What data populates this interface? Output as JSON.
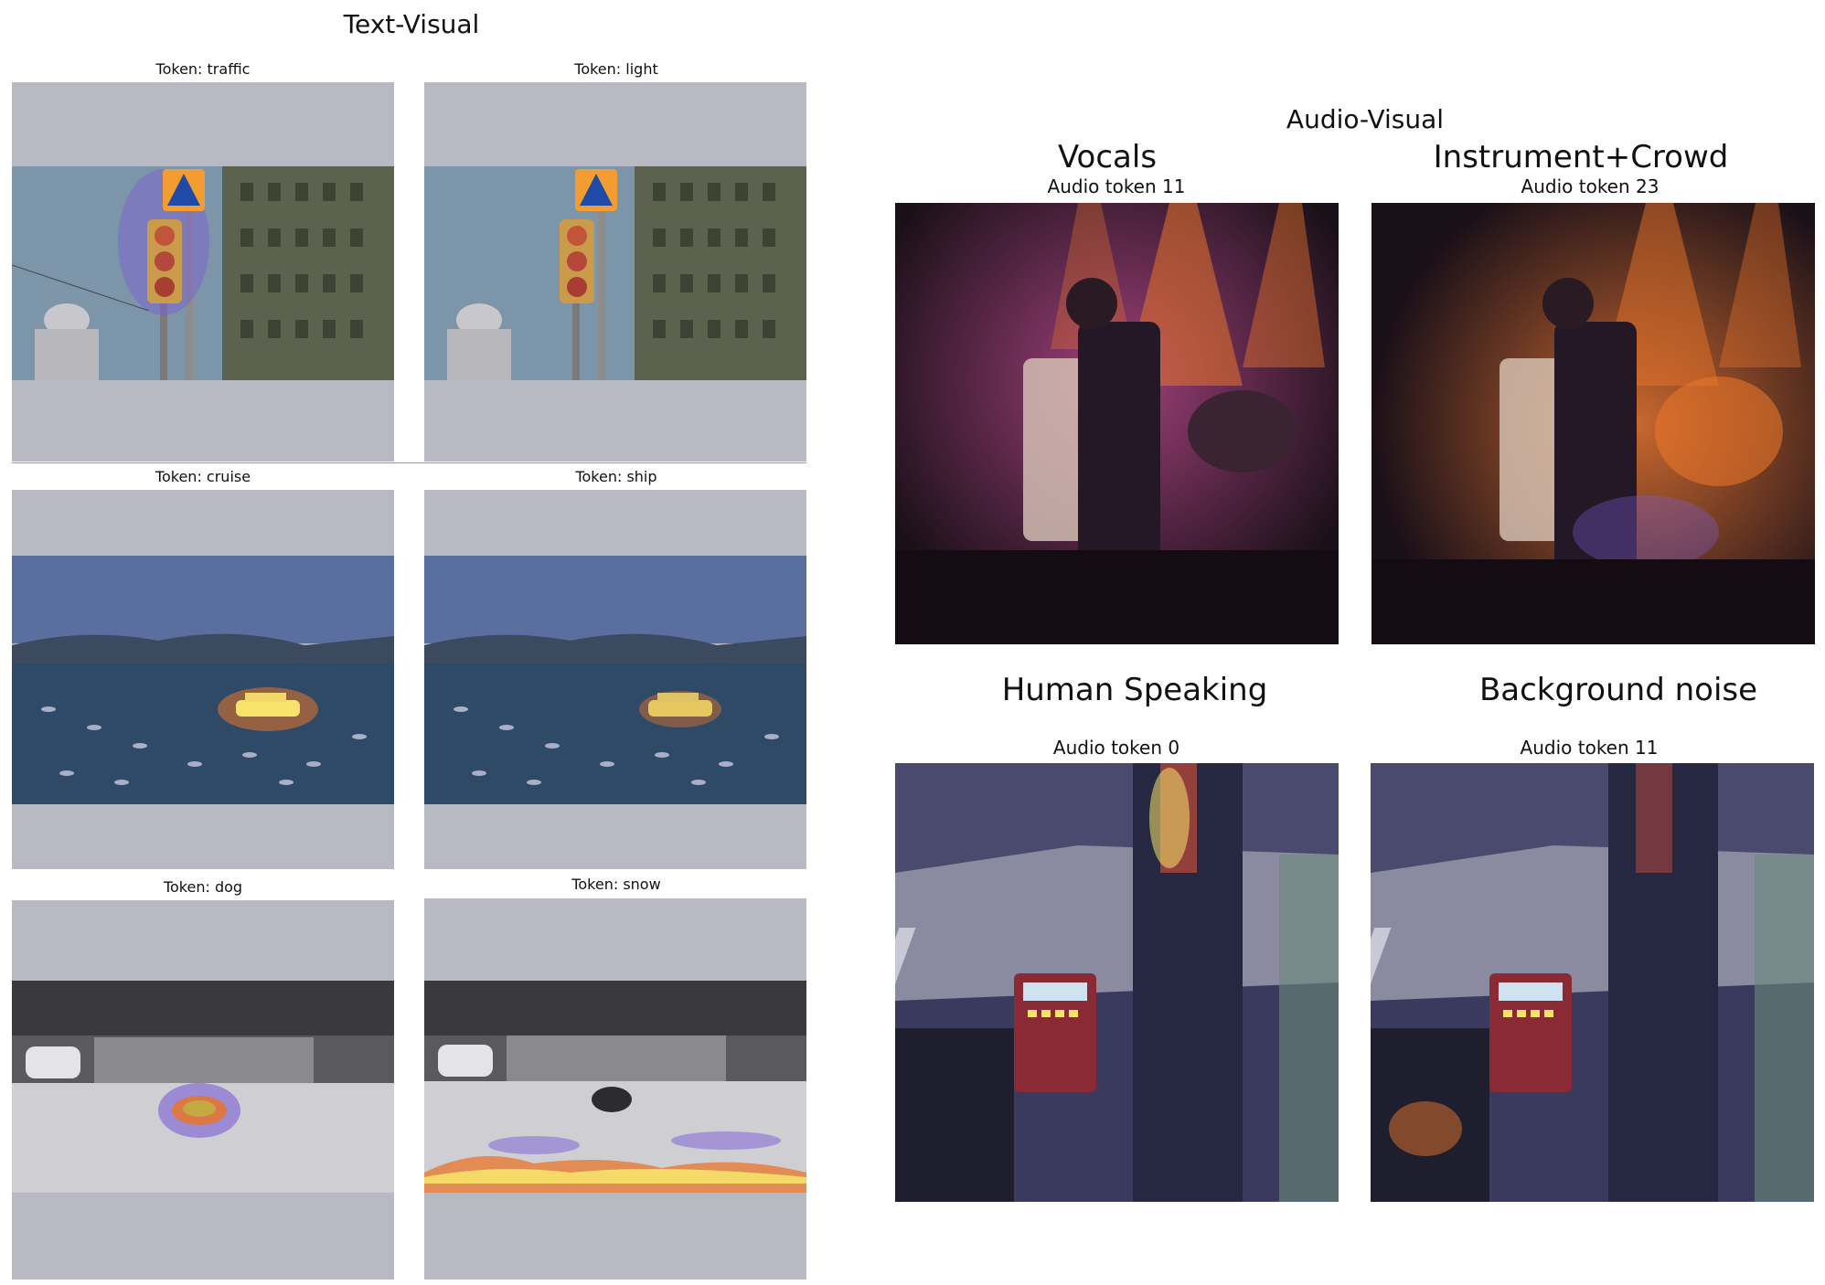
{
  "text_visual": {
    "title": "Text-Visual",
    "panels": [
      {
        "caption": "Token: traffic",
        "scene": "street-crossing-sign-traffic-light"
      },
      {
        "caption": "Token: light",
        "scene": "street-crossing-sign-traffic-light"
      },
      {
        "caption": "Token: cruise",
        "scene": "harbor-cruise-ship"
      },
      {
        "caption": "Token: ship",
        "scene": "harbor-cruise-ship"
      },
      {
        "caption": "Token: dog",
        "scene": "snowy-yard-dog"
      },
      {
        "caption": "Token: snow",
        "scene": "snowy-yard-dog"
      }
    ]
  },
  "audio_visual": {
    "title": "Audio-Visual",
    "panels": [
      {
        "label": "Vocals",
        "caption": "Audio token 11",
        "scene": "concert-stage-singer"
      },
      {
        "label": "Instrument+Crowd",
        "caption": "Audio token 23",
        "scene": "concert-stage-singer"
      },
      {
        "label": "Human Speaking",
        "caption": "Audio token 0",
        "scene": "bus-driver-console-person"
      },
      {
        "label": "Background noise",
        "caption": "Audio token 11",
        "scene": "bus-driver-console-person"
      }
    ]
  },
  "colors": {
    "overlay_tint": "#b6b6c2",
    "heat_hot": "#f7e26b",
    "heat_warm": "#e8742a",
    "heat_cool": "#7a5bd6"
  }
}
